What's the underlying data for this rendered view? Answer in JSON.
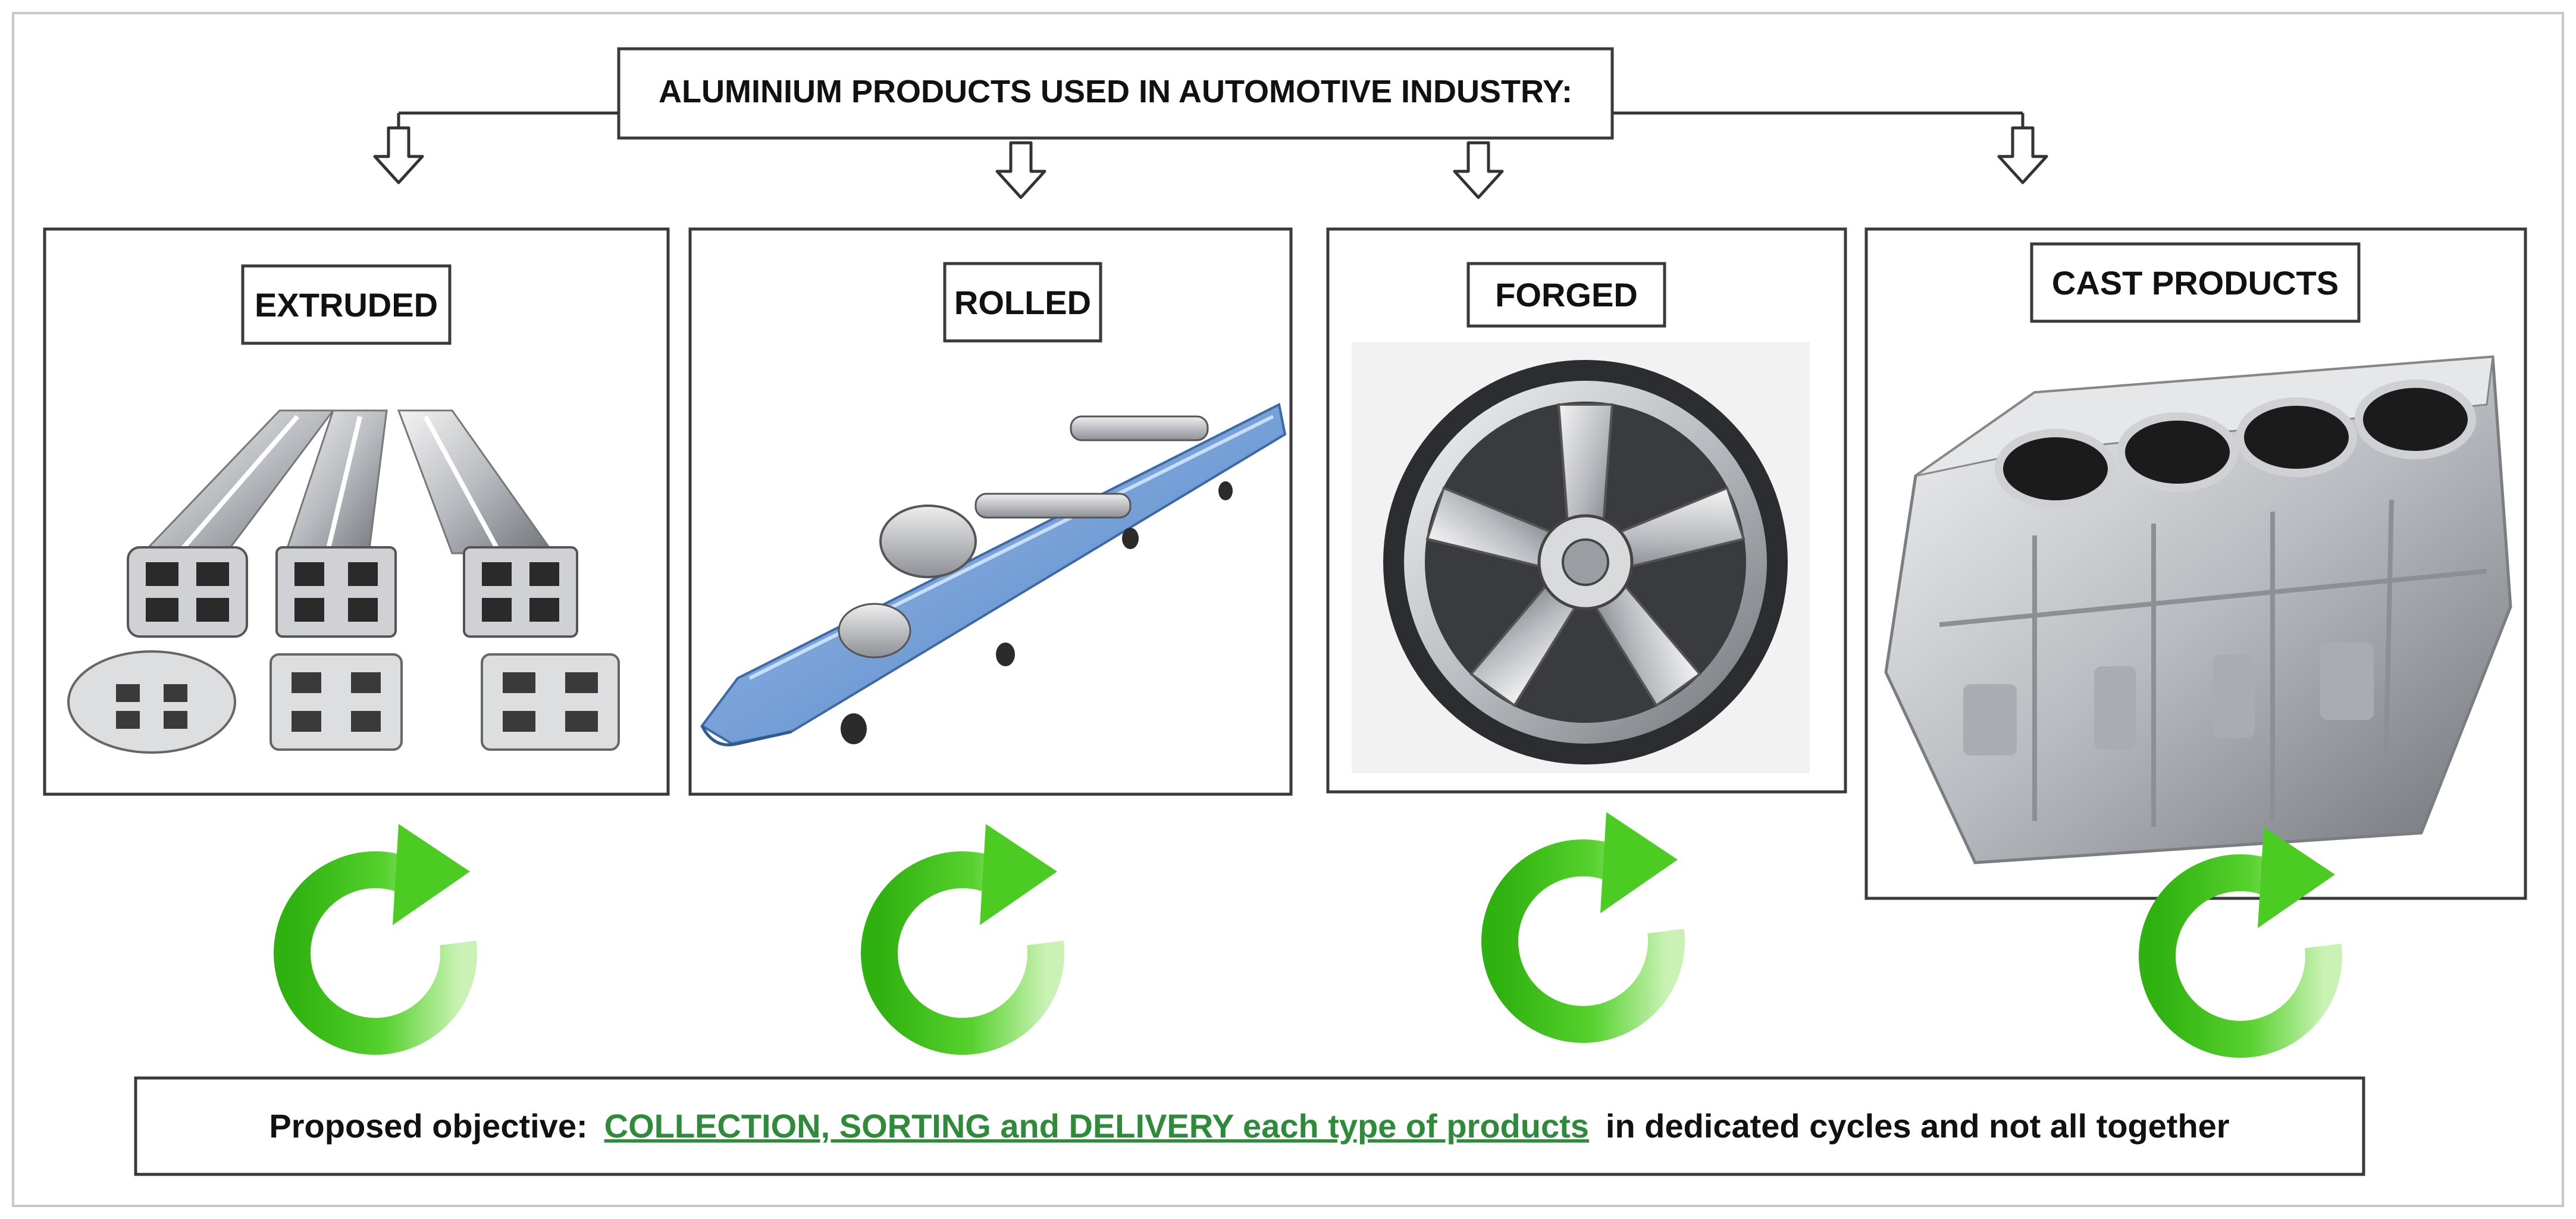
{
  "title": "ALUMINIUM PRODUCTS USED IN AUTOMOTIVE INDUSTRY:",
  "products": [
    {
      "label": "EXTRUDED",
      "image": "extruded-aluminium-profiles"
    },
    {
      "label": "ROLLED",
      "image": "rolled-sheet-vehicle-underbody"
    },
    {
      "label": "FORGED",
      "image": "forged-alloy-wheel"
    },
    {
      "label": "CAST PRODUCTS",
      "image": "cast-engine-block"
    }
  ],
  "cycle_icon": "green-recycle-arrow-icon",
  "objective": {
    "prefix": "Proposed objective:",
    "highlight": "COLLECTION, SORTING and DELIVERY each type of products",
    "suffix": "in dedicated cycles and not all together"
  },
  "colors": {
    "cycle_green": "#3fbf1f",
    "highlight_text": "#2e8b3a",
    "box_border": "#3a3a3a",
    "rolled_blue": "#6f9fd8"
  }
}
